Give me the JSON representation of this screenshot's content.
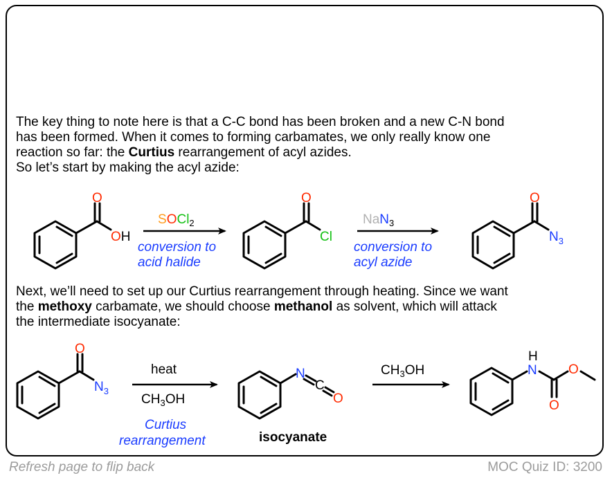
{
  "colors": {
    "oxygen": "#ff2a00",
    "nitrogen": "#1a3cff",
    "chlorine": "#12c012",
    "sulfur": "#ff9a1a",
    "sodium": "#b0b0b0",
    "note": "#1a3cff",
    "footer": "#9b9b9b"
  },
  "intro": {
    "line1": "The key thing to note here is that a C-C bond has been broken and a new C-N bond",
    "line2": "has been formed. When it comes to forming carbamates, we only really know one",
    "line3_pre": "reaction so far: the ",
    "line3_bold": "Curtius",
    "line3_post": " rearrangement of acyl azides.",
    "line4": "So let’s start by making the acyl azide:"
  },
  "scheme1": {
    "mol1": {
      "name": "benzoic acid",
      "o_label": "O",
      "oh_o": "O",
      "oh_h": "H"
    },
    "step1": {
      "reagent_s": "S",
      "reagent_o": "O",
      "reagent_cl": "Cl",
      "reagent_sub": "2",
      "note1": "conversion to",
      "note2": "acid halide"
    },
    "mol2": {
      "name": "benzoyl chloride",
      "o_label": "O",
      "cl_label": "Cl"
    },
    "step2": {
      "reagent_na": "Na",
      "reagent_n": "N",
      "reagent_sub": "3",
      "note1": "conversion to",
      "note2": "acyl azide"
    },
    "mol3": {
      "name": "benzoyl azide",
      "o_label": "O",
      "n_label": "N",
      "n_sub": "3"
    }
  },
  "middle": {
    "line1": "Next, we’ll need to set up our Curtius rearrangement through heating. Since we want",
    "line2_pre": "the ",
    "line2_bold1": "methoxy",
    "line2_mid": " carbamate, we should choose ",
    "line2_bold2": "methanol",
    "line2_post": " as solvent, which will attack",
    "line3": "the intermediate isocyanate:"
  },
  "scheme2": {
    "mol1": {
      "name": "benzoyl azide",
      "o_label": "O",
      "n_label": "N",
      "n_sub": "3"
    },
    "step1": {
      "above": "heat",
      "below_pre": "CH",
      "below_sub": "3",
      "below_post": "OH",
      "note1": "Curtius",
      "note2": "rearrangement"
    },
    "mol2": {
      "name": "phenyl isocyanate",
      "n_label": "N",
      "c_label": "C",
      "o_label": "O",
      "caption": "isocyanate"
    },
    "step2": {
      "above_pre": "CH",
      "above_sub": "3",
      "above_post": "OH"
    },
    "mol3": {
      "name": "methyl phenylcarbamate",
      "h_label": "H",
      "n_label": "N",
      "o_ester": "O",
      "o_carbonyl": "O"
    }
  },
  "footer": {
    "left": "Refresh page to flip back",
    "right": "MOC Quiz ID: 3200"
  }
}
